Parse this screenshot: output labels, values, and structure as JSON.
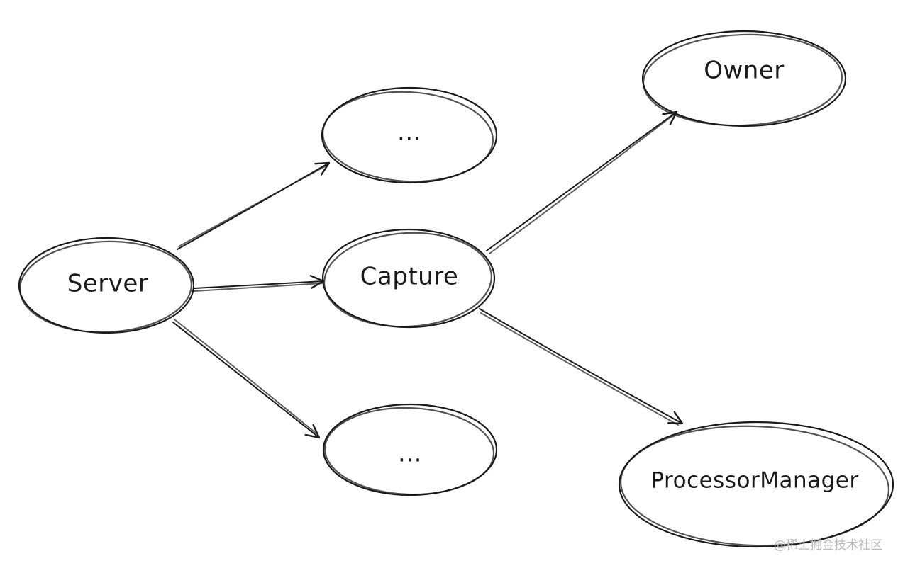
{
  "diagram": {
    "nodes": [
      {
        "id": "server",
        "label": "Server"
      },
      {
        "id": "ellipsis-top",
        "label": "..."
      },
      {
        "id": "capture",
        "label": "Capture"
      },
      {
        "id": "ellipsis-bottom",
        "label": "..."
      },
      {
        "id": "owner",
        "label": "Owner"
      },
      {
        "id": "processor-manager",
        "label": "ProcessorManager"
      }
    ],
    "edges": [
      {
        "from": "server",
        "to": "ellipsis-top"
      },
      {
        "from": "server",
        "to": "capture"
      },
      {
        "from": "server",
        "to": "ellipsis-bottom"
      },
      {
        "from": "capture",
        "to": "owner"
      },
      {
        "from": "capture",
        "to": "processor-manager"
      }
    ]
  },
  "watermark": "@稀土掘金技术社区"
}
